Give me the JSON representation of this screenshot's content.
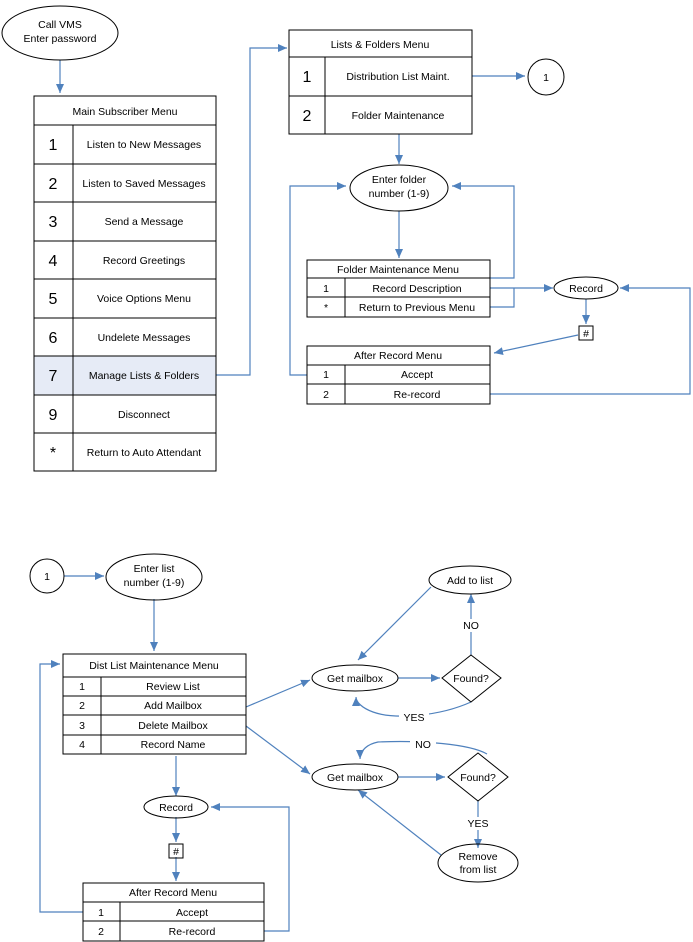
{
  "call_vms": [
    "Call VMS",
    "Enter password"
  ],
  "main_menu": {
    "title": "Main Subscriber Menu",
    "rows": [
      {
        "key": "1",
        "label": "Listen to New Messages"
      },
      {
        "key": "2",
        "label": "Listen to Saved Messages"
      },
      {
        "key": "3",
        "label": "Send a Message"
      },
      {
        "key": "4",
        "label": "Record Greetings"
      },
      {
        "key": "5",
        "label": "Voice Options Menu"
      },
      {
        "key": "6",
        "label": "Undelete Messages"
      },
      {
        "key": "7",
        "label": "Manage Lists & Folders"
      },
      {
        "key": "9",
        "label": "Disconnect"
      },
      {
        "key": "*",
        "label": "Return to Auto Attendant"
      }
    ]
  },
  "lists_menu": {
    "title": "Lists & Folders Menu",
    "rows": [
      {
        "key": "1",
        "label": "Distribution List Maint."
      },
      {
        "key": "2",
        "label": "Folder Maintenance"
      }
    ]
  },
  "connector_label": "1",
  "enter_folder": [
    "Enter folder",
    "number (1-9)"
  ],
  "folder_menu": {
    "title": "Folder Maintenance Menu",
    "rows": [
      {
        "key": "1",
        "label": "Record Description"
      },
      {
        "key": "*",
        "label": "Return to Previous Menu"
      }
    ]
  },
  "record_label": "Record",
  "hash_label": "#",
  "after_record_menu": {
    "title": "After Record Menu",
    "rows": [
      {
        "key": "1",
        "label": "Accept"
      },
      {
        "key": "2",
        "label": "Re-record"
      }
    ]
  },
  "enter_list": [
    "Enter list",
    "number (1-9)"
  ],
  "dist_menu": {
    "title": "Dist List Maintenance Menu",
    "rows": [
      {
        "key": "1",
        "label": "Review List"
      },
      {
        "key": "2",
        "label": "Add Mailbox"
      },
      {
        "key": "3",
        "label": "Delete Mailbox"
      },
      {
        "key": "4",
        "label": "Record Name"
      }
    ]
  },
  "get_mailbox": "Get mailbox",
  "found": "Found?",
  "add_to_list": "Add to list",
  "remove_from_list": [
    "Remove",
    "from list"
  ],
  "no_label": "NO",
  "yes_label": "YES"
}
